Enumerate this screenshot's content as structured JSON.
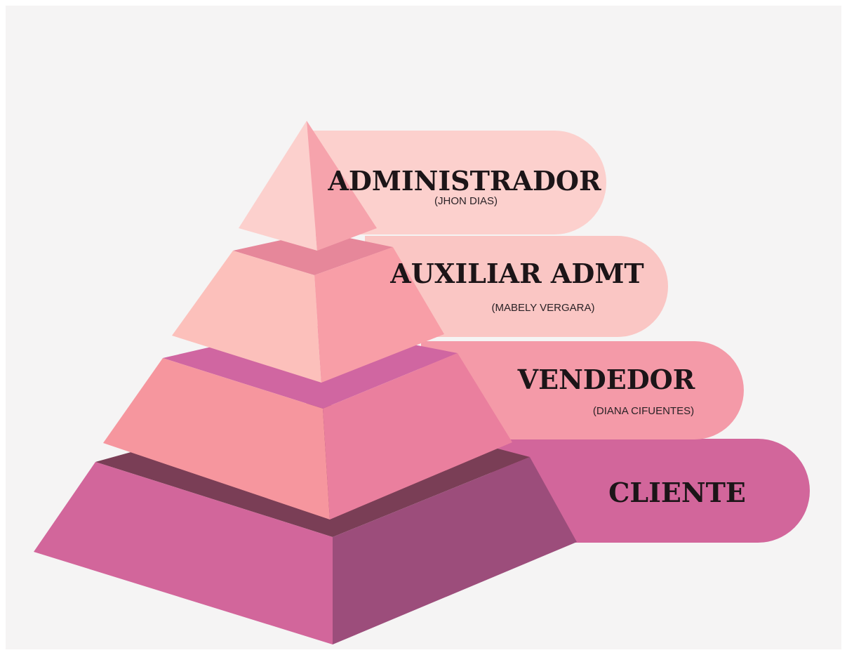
{
  "colors": {
    "background_outer": "#ffffff",
    "background_inner": "#f5f4f4",
    "tier_1": "#fcd0cd",
    "tier_2": "#fac6c4",
    "tier_3": "#f49aa8",
    "tier_4": "#d2669b"
  },
  "tiers": [
    {
      "role": "ADMINISTRADOR",
      "name": "(JHON DIAS)"
    },
    {
      "role": "AUXILIAR ADMT",
      "name": "(MABELY VERGARA)"
    },
    {
      "role": "VENDEDOR",
      "name": "(DIANA CIFUENTES)"
    },
    {
      "role": "CLIENTE",
      "name": ""
    }
  ]
}
